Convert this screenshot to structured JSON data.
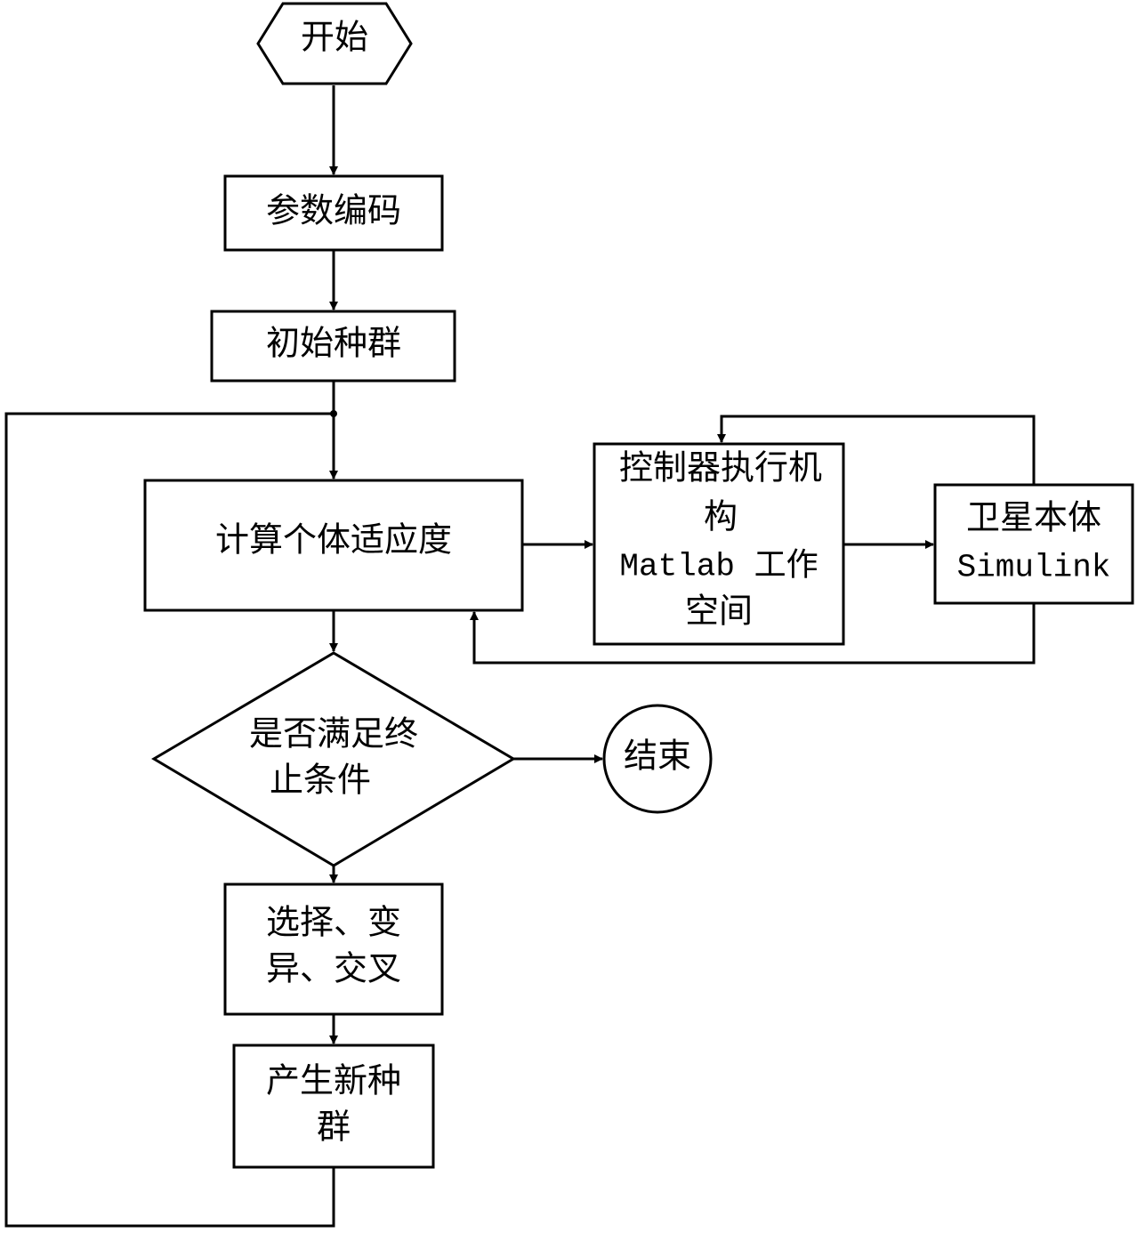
{
  "nodes": {
    "start": {
      "label": "开始"
    },
    "encode": {
      "label": "参数编码"
    },
    "init_population": {
      "label": "初始种群"
    },
    "fitness": {
      "label": "计算个体适应度"
    },
    "controller": {
      "lines": [
        "控制器执行机",
        "构",
        "Matlab 工作",
        "空间"
      ]
    },
    "satellite": {
      "lines": [
        "卫星本体",
        "Simulink"
      ]
    },
    "condition": {
      "lines": [
        "是否满足终",
        "止条件"
      ]
    },
    "end": {
      "label": "结束"
    },
    "genetic_ops": {
      "lines": [
        "选择、变",
        "异、交叉"
      ]
    },
    "new_population": {
      "lines": [
        "产生新种",
        "群"
      ]
    }
  },
  "colors": {
    "stroke": "#000000",
    "fill": "#ffffff"
  }
}
